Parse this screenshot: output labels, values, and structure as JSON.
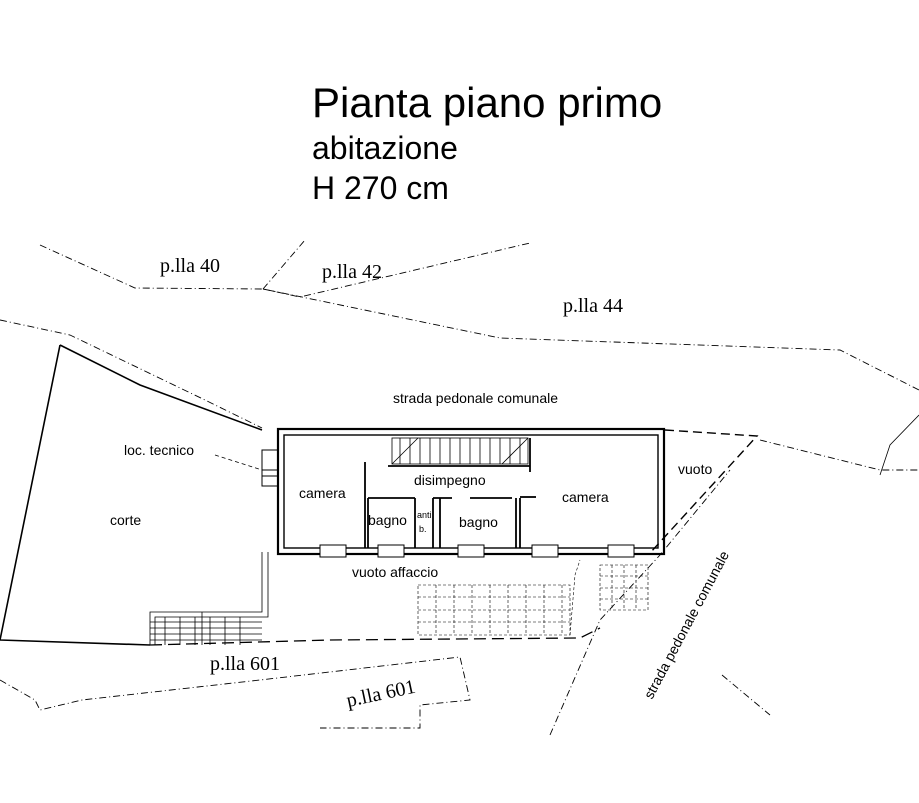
{
  "title": {
    "main": "Pianta piano primo",
    "line2": "abitazione",
    "line3": "H 270 cm"
  },
  "parcels": {
    "p40": "p.lla 40",
    "p42": "p.lla 42",
    "p44": "p.lla 44",
    "p601_a": "p.lla 601",
    "p601_b": "p.lla 601"
  },
  "labels": {
    "strada_top": "strada pedonale comunale",
    "strada_right": "strada pedonale comunale",
    "loc_tecnico": "loc. tecnico",
    "corte": "corte",
    "vuoto": "vuoto",
    "vuoto_affaccio": "vuoto affaccio"
  },
  "rooms": {
    "camera_left": "camera",
    "disimpegno": "disimpegno",
    "camera_right": "camera",
    "bagno_left": "bagno",
    "antibagno_1": "anti",
    "antibagno_2": "b.",
    "bagno_right": "bagno"
  }
}
